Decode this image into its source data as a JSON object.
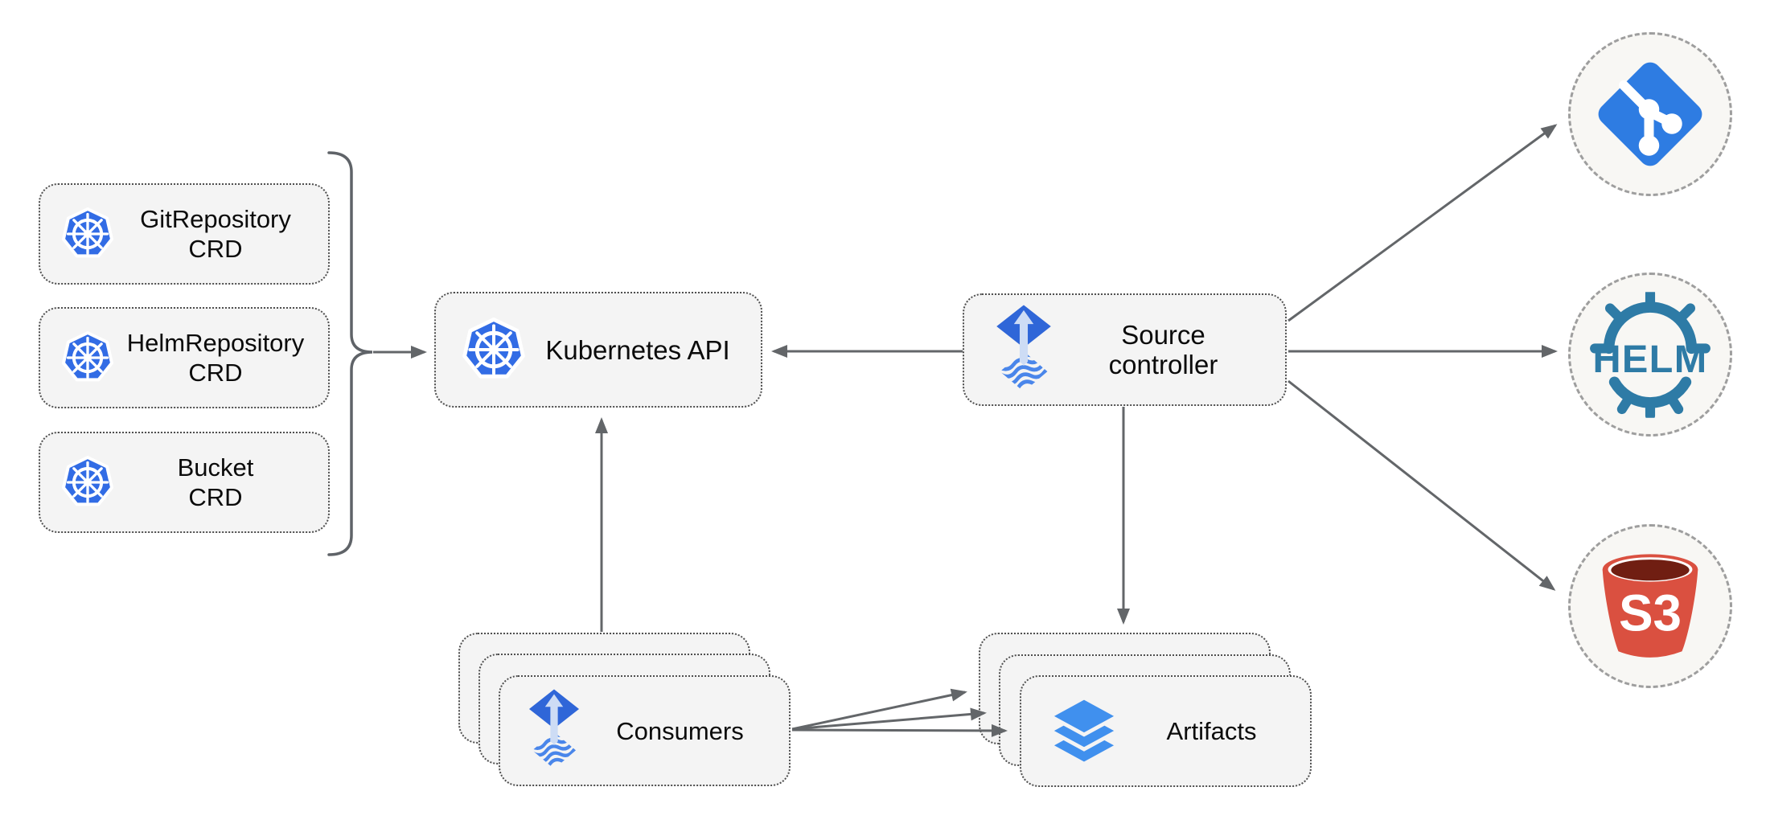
{
  "diagram_type": "architecture-diagram",
  "background": "#ffffff",
  "colors": {
    "box_fill": "#f4f4f4",
    "box_border": "#4f4f4f",
    "circle_fill": "#f8f7f4",
    "circle_border": "#9e9e9e",
    "connector": "#636669",
    "text": "#0b0b0b",
    "kubernetes_blue": "#326ce5",
    "flux_blue": "#2f66d8",
    "flux_arrow_light": "#cddcf5",
    "layers_blue": "#4090ee",
    "git_blue": "#2e7ce2",
    "helm_teal": "#2e7ba6",
    "s3_red": "#da5040",
    "s3_dark_opening": "#701e12"
  },
  "nodes": {
    "crd_boxes": [
      {
        "line1": "GitRepository",
        "line2": "CRD",
        "icon": "kubernetes-icon"
      },
      {
        "line1": "HelmRepository",
        "line2": "CRD",
        "icon": "kubernetes-icon"
      },
      {
        "line1": "Bucket",
        "line2": "CRD",
        "icon": "kubernetes-icon"
      }
    ],
    "kubernetes_api": {
      "label": "Kubernetes API",
      "icon": "kubernetes-icon"
    },
    "source_controller": {
      "line1": "Source",
      "line2": "controller",
      "icon": "flux-icon"
    },
    "consumers": {
      "label": "Consumers",
      "icon": "flux-icon",
      "stack_count": 3
    },
    "artifacts": {
      "label": "Artifacts",
      "icon": "layers-icon",
      "stack_count": 3
    },
    "externals": [
      {
        "name": "git",
        "icon": "git-icon",
        "label": ""
      },
      {
        "name": "helm",
        "icon": "helm-icon",
        "label": "HELM"
      },
      {
        "name": "s3",
        "icon": "s3-bucket-icon",
        "label": "S3"
      }
    ]
  },
  "edges": [
    {
      "from": "crd-brace",
      "to": "kubernetes-api",
      "style": "arrow"
    },
    {
      "from": "source-controller",
      "to": "kubernetes-api",
      "style": "arrow"
    },
    {
      "from": "consumers",
      "to": "kubernetes-api",
      "style": "arrow"
    },
    {
      "from": "source-controller",
      "to": "artifacts",
      "style": "arrow"
    },
    {
      "from": "source-controller",
      "to": "git",
      "style": "arrow"
    },
    {
      "from": "source-controller",
      "to": "helm",
      "style": "arrow"
    },
    {
      "from": "source-controller",
      "to": "s3",
      "style": "arrow"
    },
    {
      "from": "consumers",
      "to": "artifacts",
      "style": "triple-arrow"
    }
  ]
}
